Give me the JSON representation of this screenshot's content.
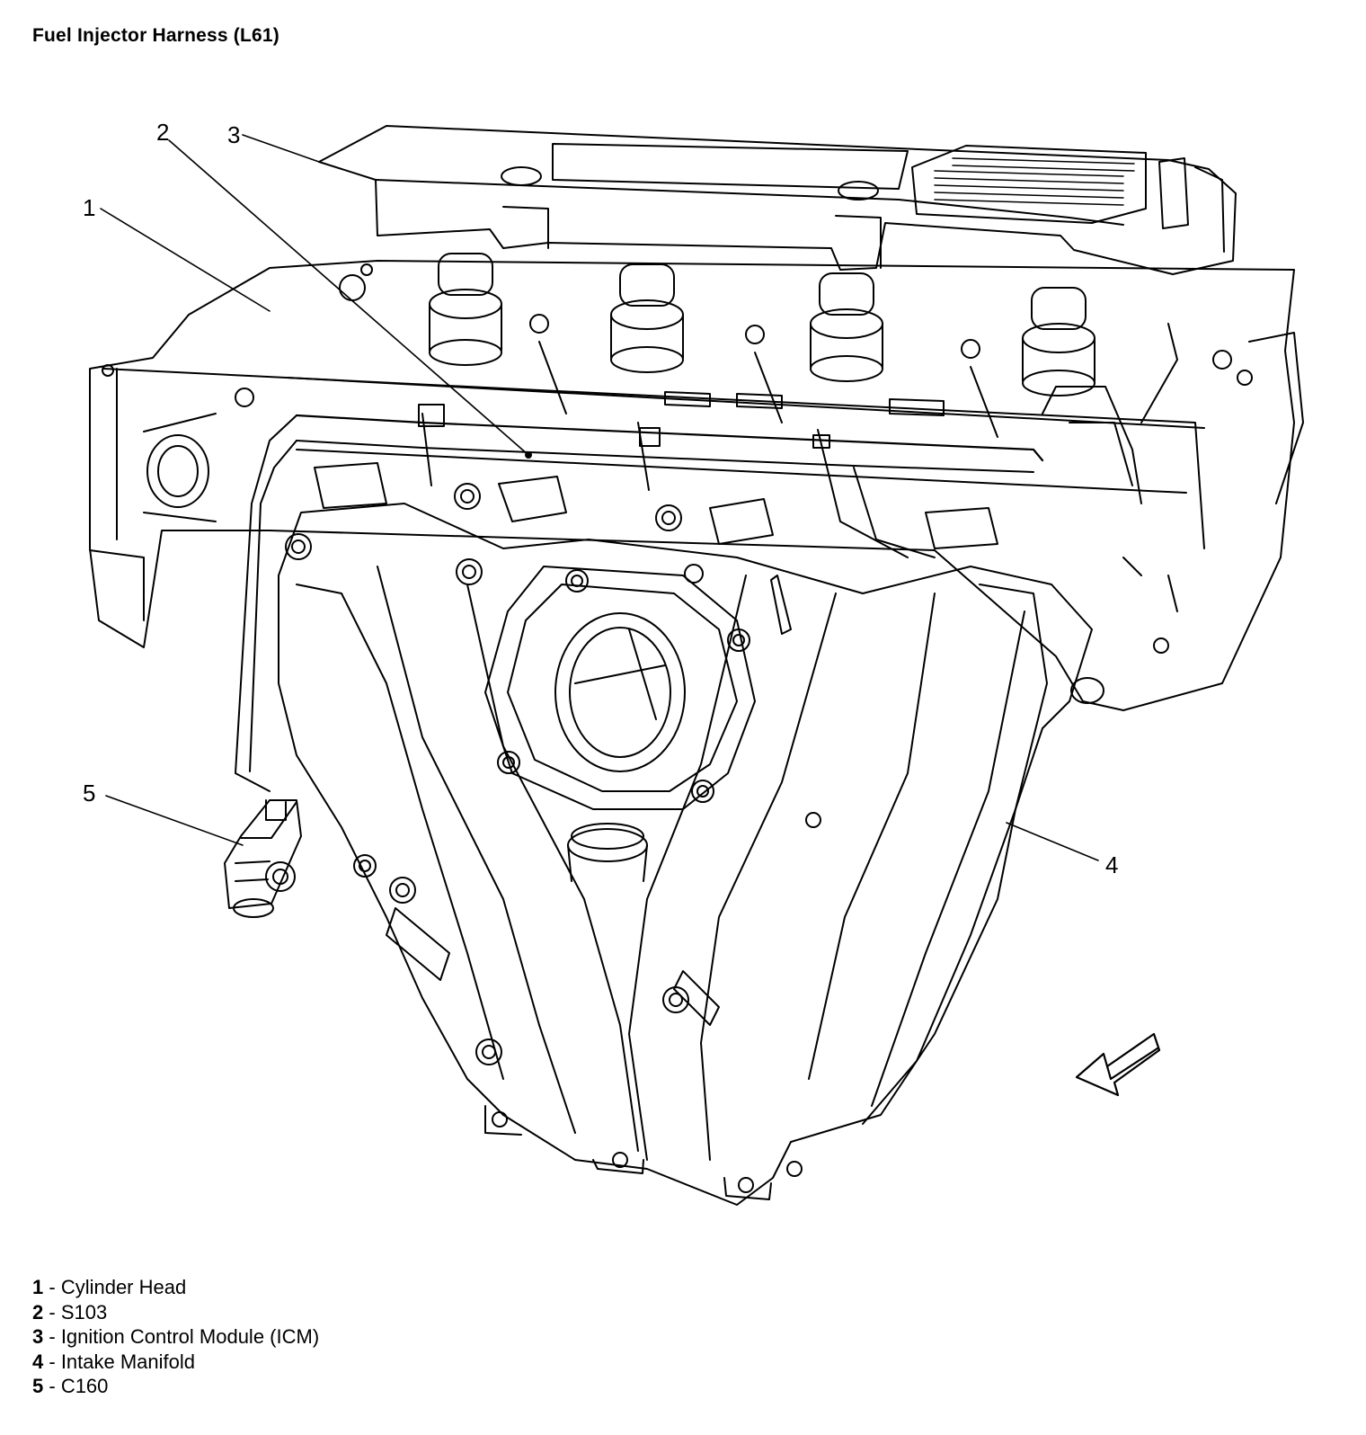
{
  "title": "Fuel Injector Harness (L61)",
  "callouts": [
    {
      "num": "1",
      "label": "Cylinder Head"
    },
    {
      "num": "2",
      "label": "S103"
    },
    {
      "num": "3",
      "label": "Ignition Control Module (ICM)"
    },
    {
      "num": "4",
      "label": "Intake Manifold"
    },
    {
      "num": "5",
      "label": "C160"
    }
  ],
  "legend_separator": " - ",
  "icons": {
    "view_direction": "view-direction-arrow-icon"
  },
  "colors": {
    "line": "#000000",
    "background": "#ffffff"
  }
}
